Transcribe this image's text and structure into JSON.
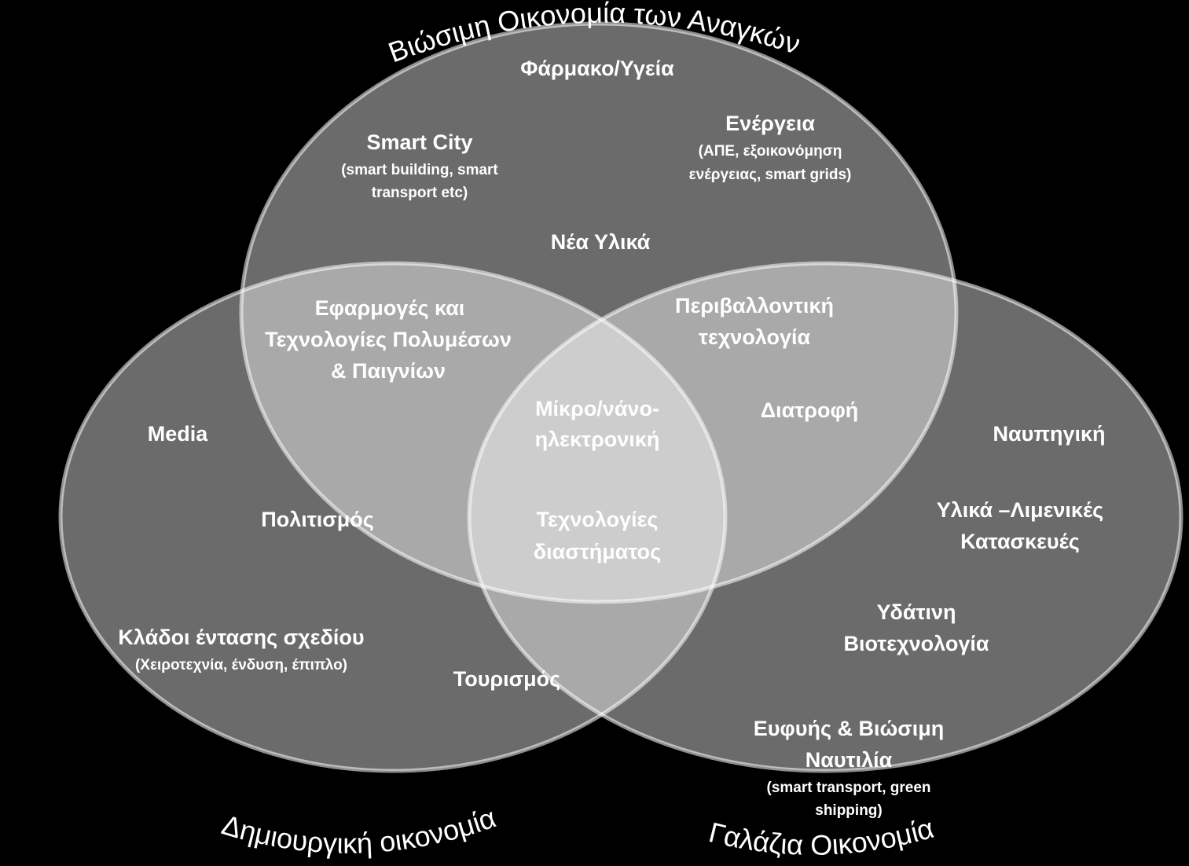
{
  "sets": {
    "top": "Βιώσιμη Οικονομία των Αναγκών",
    "left": "Δημιουργική οικονομία",
    "right": "Γαλάζια Οικονομία"
  },
  "items": {
    "pharma": "Φάρμακο/Υγεία",
    "smart_city": "Smart City",
    "smart_city_sub_1": "(smart building,  smart",
    "smart_city_sub_2": "transport etc)",
    "energy": "Ενέργεια",
    "energy_sub_1": "(ΑΠΕ, εξοικονόμηση",
    "energy_sub_2": "ενέργειας, smart grids)",
    "new_materials": "Νέα Υλικά",
    "multimedia_1": "Εφαρμογές και",
    "multimedia_2": "Τεχνολογίες Πολυμέσων",
    "multimedia_3": "& Παιγνίων",
    "env_tech_1": "Περιβαλλοντική",
    "env_tech_2": "τεχνολογία",
    "nutrition": "Διατροφή",
    "micro_nano_1": "Μίκρο/νάνο-",
    "micro_nano_2": "ηλεκτρονική",
    "space_tech_1": "Τεχνολογίες",
    "space_tech_2": "διαστήματος",
    "media": "Media",
    "culture": "Πολιτισμός",
    "design_1": "Κλάδοι έντασης σχεδίου",
    "design_2": "(Χειροτεχνία, ένδυση, έπιπλο)",
    "tourism": "Τουρισμός",
    "shipbuilding": "Ναυπηγική",
    "port_1": "Υλικά –Λιμενικές",
    "port_2": "Κατασκευές",
    "aqua_bio_1": "Υδάτινη",
    "aqua_bio_2": "Βιοτεχνολογία",
    "shipping_1": "Ευφυής & Βιώσιμη",
    "shipping_2": "Ναυτιλία",
    "shipping_3": "(smart transport, green",
    "shipping_4": "shipping)"
  }
}
